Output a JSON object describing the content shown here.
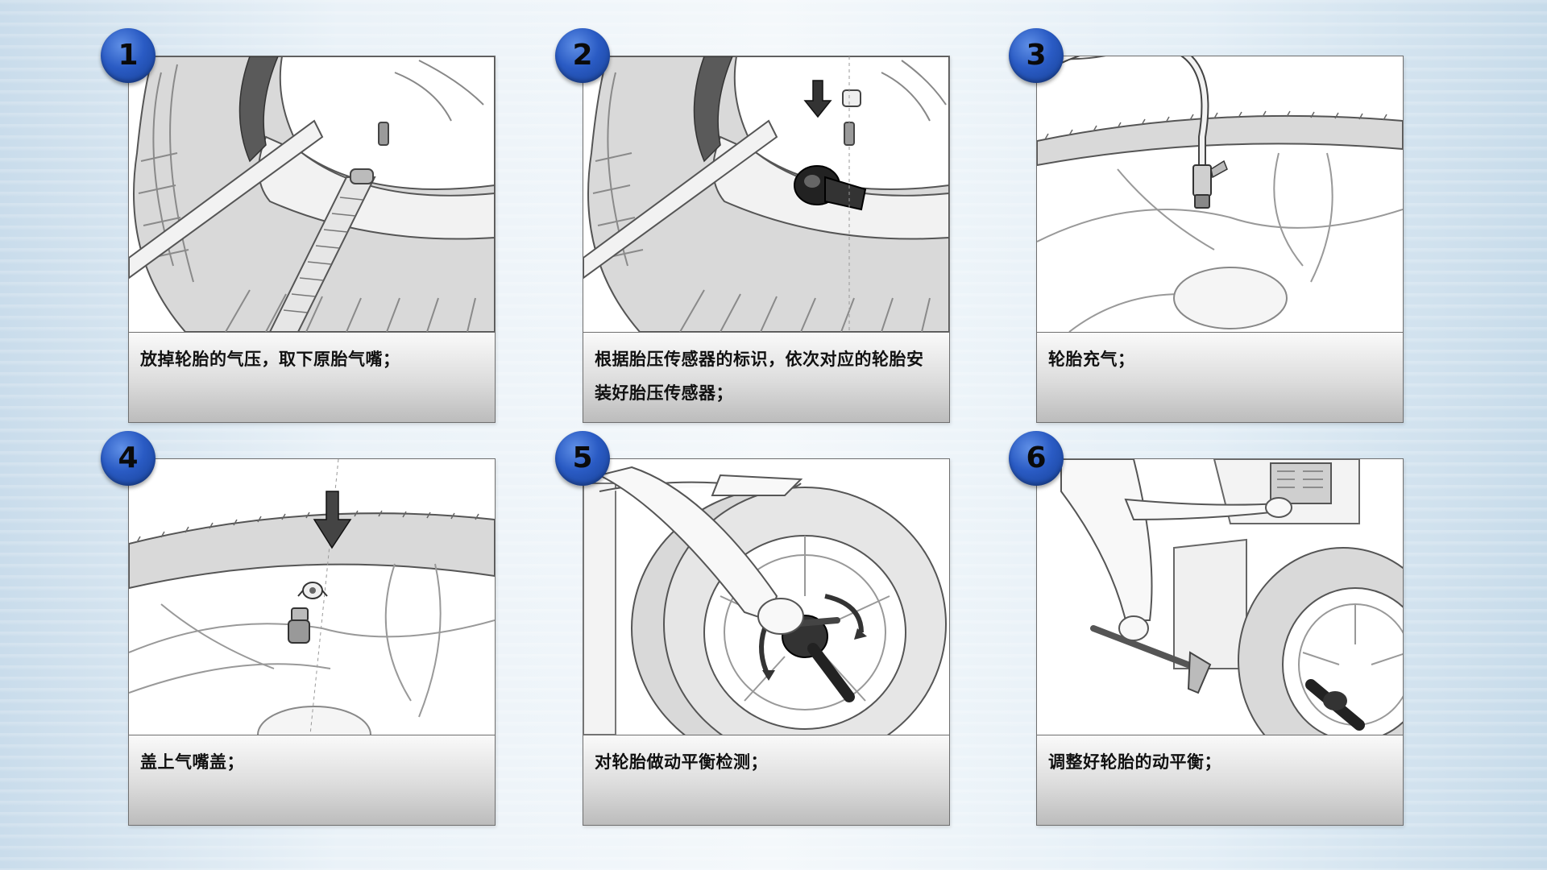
{
  "steps": [
    {
      "number": "1",
      "caption": "放掉轮胎的气压，取下原胎气嘴；",
      "illustration": "tire-bead-breaking-valve-removal"
    },
    {
      "number": "2",
      "caption": "根据胎压传感器的标识，依次对应的轮胎安装好胎压传感器；",
      "illustration": "tpms-sensor-installation"
    },
    {
      "number": "3",
      "caption": "轮胎充气；",
      "illustration": "tire-inflation-hose"
    },
    {
      "number": "4",
      "caption": "盖上气嘴盖；",
      "illustration": "valve-cap-installation"
    },
    {
      "number": "5",
      "caption": "对轮胎做动平衡检测；",
      "illustration": "wheel-balancing-mount"
    },
    {
      "number": "6",
      "caption": "调整好轮胎的动平衡；",
      "illustration": "wheel-balance-adjustment"
    }
  ],
  "colors": {
    "badge": "#2a5bc4",
    "caption_gradient_top": "#fafafa",
    "caption_gradient_bottom": "#bcbcbc",
    "tire_fill": "#d9d9d9",
    "line": "#555555"
  }
}
